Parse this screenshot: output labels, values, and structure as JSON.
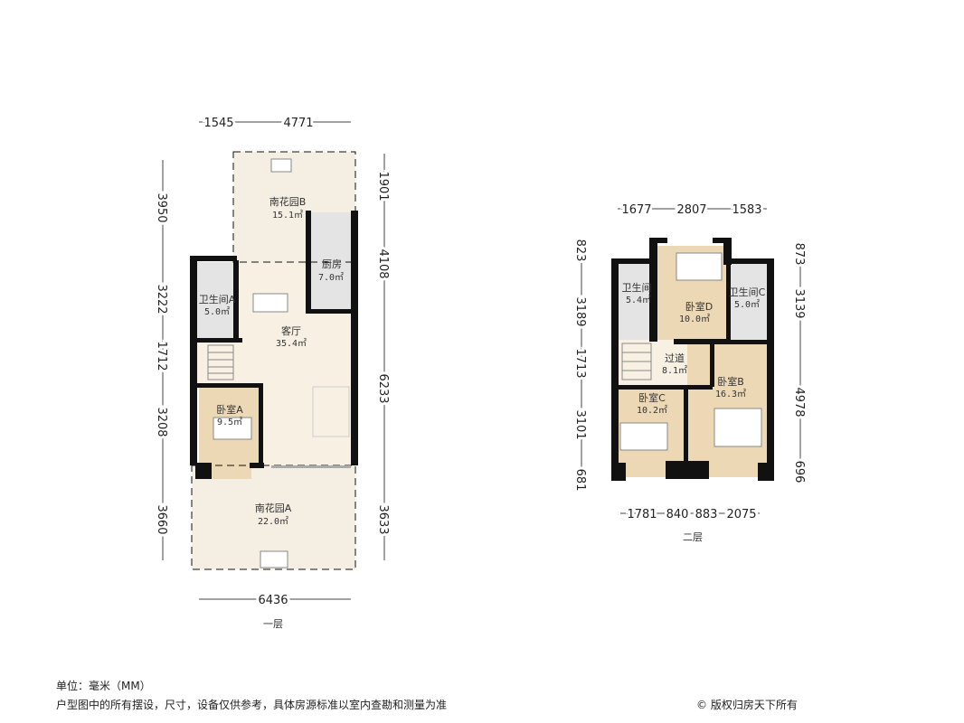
{
  "floor1": {
    "label": "一层",
    "rooms": [
      {
        "name": "南花园B",
        "area": "15.1㎡"
      },
      {
        "name": "厨房",
        "area": "7.0㎡"
      },
      {
        "name": "卫生间A",
        "area": "5.0㎡"
      },
      {
        "name": "客厅",
        "area": "35.4㎡"
      },
      {
        "name": "卧室A",
        "area": "9.5㎡"
      },
      {
        "name": "南花园A",
        "area": "22.0㎡"
      }
    ],
    "dims_top": [
      "1545",
      "4771"
    ],
    "dims_left": [
      "3950",
      "3222",
      "1712",
      "3208",
      "3660"
    ],
    "dims_right": [
      "1901",
      "4108",
      "6233",
      "3633"
    ],
    "dims_bottom": [
      "6436"
    ]
  },
  "floor2": {
    "label": "二层",
    "rooms": [
      {
        "name": "卫生间",
        "area": "5.4㎡"
      },
      {
        "name": "卧室D",
        "area": "10.0㎡"
      },
      {
        "name": "卫生间C",
        "area": "5.0㎡"
      },
      {
        "name": "过道",
        "area": "8.1㎡"
      },
      {
        "name": "卧室B",
        "area": "16.3㎡"
      },
      {
        "name": "卧室C",
        "area": "10.2㎡"
      }
    ],
    "dims_top": [
      "1677",
      "2807",
      "1583"
    ],
    "dims_left": [
      "823",
      "3189",
      "1713",
      "3101",
      "681"
    ],
    "dims_right": [
      "873",
      "3139",
      "4978",
      "696"
    ],
    "dims_bottom": [
      "1781",
      "840",
      "883",
      "2075"
    ]
  },
  "footer": {
    "unit": "单位：毫米（MM）",
    "disclaimer": "户型图中的所有摆设，尺寸，设备仅供参考，具体房源标准以室内查勘和测量为准",
    "copyright": "© 版权归房天下所有"
  },
  "colors": {
    "garden": "#f5eee2",
    "living": "#f7f0e3",
    "bedroom": "#ecd8b4",
    "bath": "#e4e4e4",
    "wall": "#111111"
  }
}
